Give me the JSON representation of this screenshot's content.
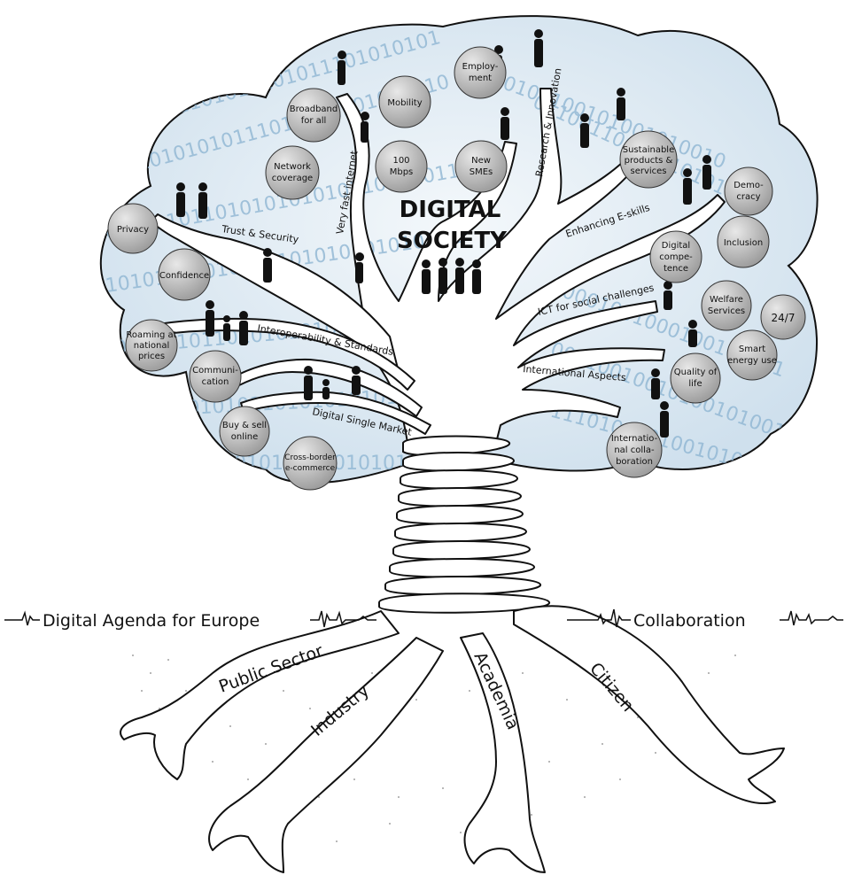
{
  "title_line1": "DIGITAL",
  "title_line2": "SOCIETY",
  "branches": {
    "very_fast_internet": "Very fast internet",
    "research_innovation": "Research & Innovation",
    "trust_security": "Trust & Security",
    "enhancing_eskills": "Enhancing E-skills",
    "ict_social": "ICT for social challenges",
    "interoperability": "Interoperability & Standards",
    "international_aspects": "International Aspects",
    "digital_single_market": "Digital Single Market"
  },
  "apples": {
    "broadband": [
      "Broadband",
      "for all"
    ],
    "mobility": [
      "Mobility"
    ],
    "employment": [
      "Employ-",
      "ment"
    ],
    "network": [
      "Network",
      "coverage"
    ],
    "mbps": [
      "100",
      "Mbps"
    ],
    "smes": [
      "New",
      "SMEs"
    ],
    "sustainable": [
      "Sustainable",
      "products &",
      "services"
    ],
    "democracy": [
      "Demo-",
      "cracy"
    ],
    "privacy": [
      "Privacy"
    ],
    "confidence": [
      "Confidence"
    ],
    "inclusion": [
      "Inclusion"
    ],
    "competence": [
      "Digital",
      "compe-",
      "tence"
    ],
    "welfare": [
      "Welfare",
      "Services"
    ],
    "twentyfour": [
      "24/7"
    ],
    "roaming": [
      "Roaming at",
      "national",
      "prices"
    ],
    "communication": [
      "Communi-",
      "cation"
    ],
    "smart_energy": [
      "Smart",
      "energy use"
    ],
    "quality": [
      "Quality of",
      "life"
    ],
    "buysell": [
      "Buy & sell",
      "online"
    ],
    "crossborder": [
      "Cross-border",
      "e-commerce"
    ],
    "intl_collab": [
      "Internatio-",
      "nal colla-",
      "boration"
    ]
  },
  "ground": {
    "left": "Digital Agenda for Europe",
    "right": "Collaboration"
  },
  "roots": {
    "public_sector": "Public Sector",
    "industry": "Industry",
    "academia": "Academia",
    "citizen": "Citizen"
  },
  "colors": {
    "canopy": "#dceaf4",
    "binary": "#8fb6d3",
    "apple": "#b9b9b9",
    "outline": "#111111"
  }
}
